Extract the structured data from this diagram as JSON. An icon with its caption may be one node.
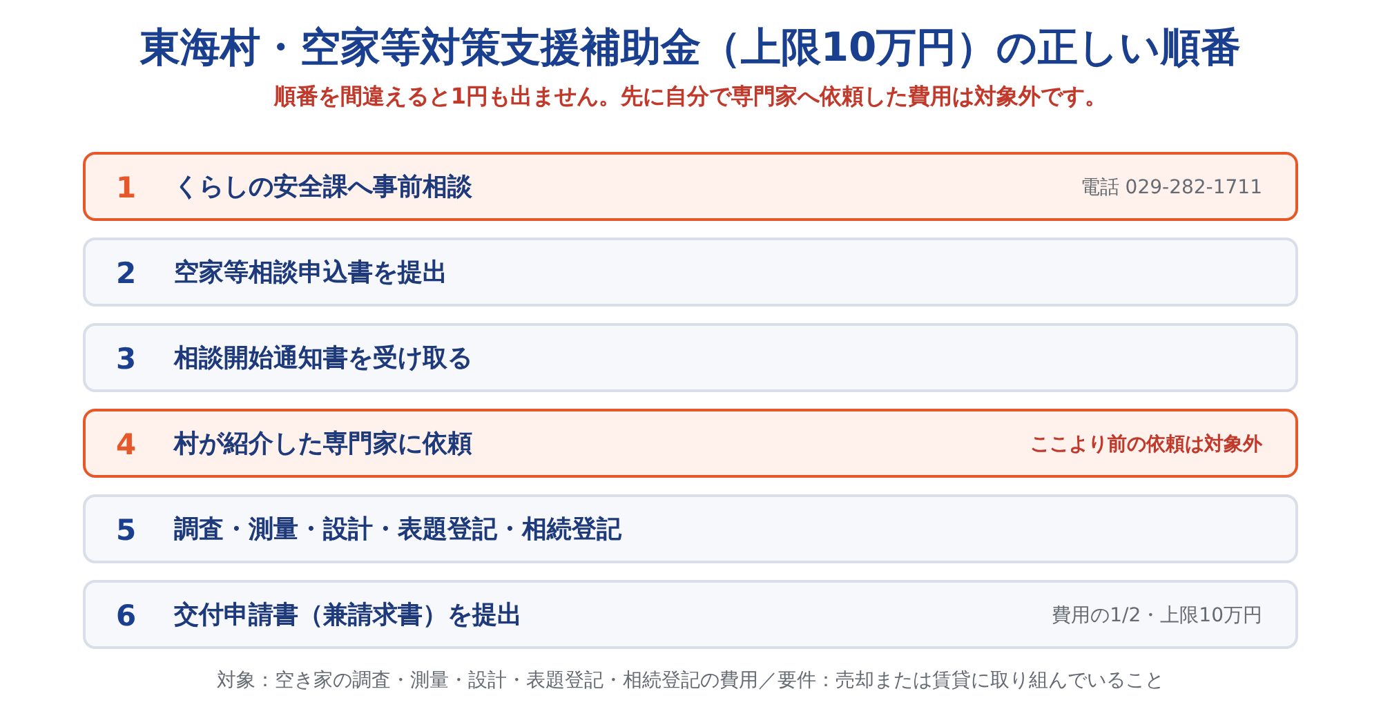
{
  "diagram": {
    "title": "東海村・空家等対策支援補助金（上限10万円）の正しい順番",
    "nodes": [
      {
        "text": [
          "1",
          "くらしの安全課へ事前相談",
          "電話 029-282-1711"
        ]
      },
      {
        "text": [
          "2",
          "空家等相談申込書を提出"
        ]
      },
      {
        "text": [
          "3",
          "相談開始通知書を受け取る"
        ]
      },
      {
        "text": [
          "4",
          "村が紹介した専門家に依頼",
          "ここより前の依頼は対象外"
        ]
      },
      {
        "text": [
          "5",
          "調査・測量・設計・表題登記・相続登記"
        ]
      },
      {
        "text": [
          "6",
          "交付申請書（兼請求書）を提出",
          "費用の1/2・上限10万円"
        ]
      }
    ],
    "labels": [
      "順番を間違えると1円も出ません。先に自分で専門家へ依頼した費用は対象外です。",
      "対象：空き家の調査・測量・設計・表題登記・相続登記の費用／要件：売却または賃貸に取り組んでいること"
    ]
  }
}
